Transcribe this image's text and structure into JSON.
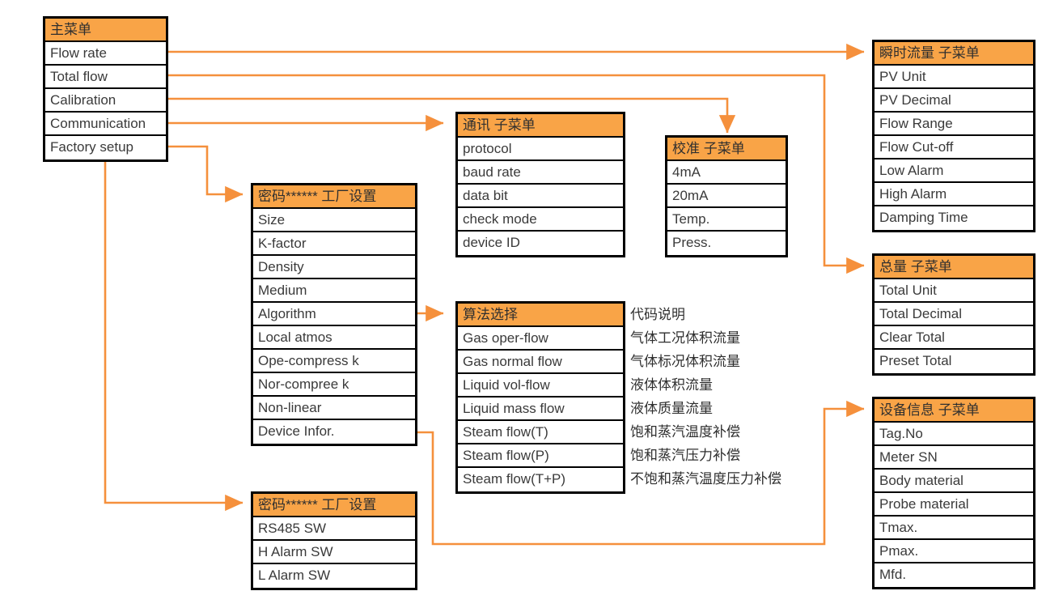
{
  "theme": {
    "accent": "#F9A447",
    "border": "#000000",
    "text": "#3a3a3a",
    "wire": "#F5903C",
    "background": "#ffffff"
  },
  "diagram": {
    "title_visible": false,
    "boxes": {
      "main_menu": {
        "header": "主菜单",
        "items": [
          "Flow rate",
          "Total flow",
          "Calibration",
          "Communication",
          "Factory setup"
        ]
      },
      "flow_rate_sub": {
        "header": "瞬时流量 子菜单",
        "items": [
          "PV Unit",
          "PV Decimal",
          "Flow Range",
          "Flow Cut-off",
          "Low Alarm",
          "High Alarm",
          "Damping Time"
        ]
      },
      "total_flow_sub": {
        "header": "总量 子菜单",
        "items": [
          "Total Unit",
          "Total Decimal",
          "Clear Total",
          "Preset Total"
        ]
      },
      "device_info_sub": {
        "header": "设备信息 子菜单",
        "items": [
          "Tag.No",
          "Meter SN",
          "Body material",
          "Probe material",
          "Tmax.",
          "Pmax.",
          "Mfd."
        ]
      },
      "communication_sub": {
        "header": "通讯 子菜单",
        "items": [
          "protocol",
          "baud rate",
          "data bit",
          "check mode",
          "device ID"
        ]
      },
      "calibration_sub": {
        "header": "校准 子菜单",
        "items": [
          "4mA",
          "20mA",
          "Temp.",
          "Press."
        ]
      },
      "factory_setup_1": {
        "header": "密码****** 工厂设置",
        "items": [
          "Size",
          "K-factor",
          "Density",
          "Medium",
          "Algorithm",
          "Local atmos",
          "Ope-compress k",
          "Nor-compree k",
          "Non-linear",
          "Device Infor."
        ]
      },
      "factory_setup_2": {
        "header": "密码****** 工厂设置",
        "items": [
          "RS485 SW",
          "H Alarm SW",
          "L Alarm SW"
        ]
      },
      "algorithm_sub": {
        "header": "算法选择",
        "items": [
          "Gas oper-flow",
          "Gas normal flow",
          "Liquid vol-flow",
          "Liquid mass flow",
          "Steam flow(T)",
          "Steam flow(P)",
          "Steam flow(T+P)"
        ]
      }
    },
    "algorithm_notes": {
      "header": "代码说明",
      "items": [
        "气体工况体积流量",
        "气体标况体积流量",
        "液体体积流量",
        "液体质量流量",
        "饱和蒸汽温度补偿",
        "饱和蒸汽压力补偿",
        "不饱和蒸汽温度压力补偿"
      ]
    }
  }
}
